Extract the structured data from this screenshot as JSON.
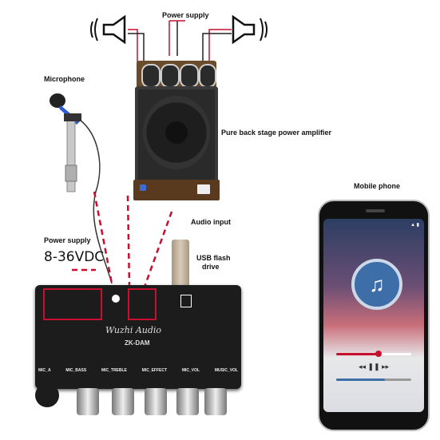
{
  "labels": {
    "power_supply_top": "Power supply",
    "microphone": "Microphone",
    "amplifier": "Pure back stage power amplifier",
    "mobile_phone": "Mobile phone",
    "audio_input": "Audio input",
    "usb_flash": "USB flash",
    "usb_drive": "drive",
    "power_supply_left": "Power supply",
    "voltage": "8-36VDC"
  },
  "board": {
    "brand": "Wuzhi Audio",
    "model": "ZK-DAM",
    "knobs": [
      "MIC_A",
      "MIC_BASS",
      "MIC_TREBLE",
      "MIC_EFFECT",
      "MIC_VOL",
      "MUSIC_VOL"
    ]
  },
  "colors": {
    "wire_red": "#c8102e",
    "board_black": "#1c1c1c",
    "phone_accent": "#3d6ea8"
  }
}
